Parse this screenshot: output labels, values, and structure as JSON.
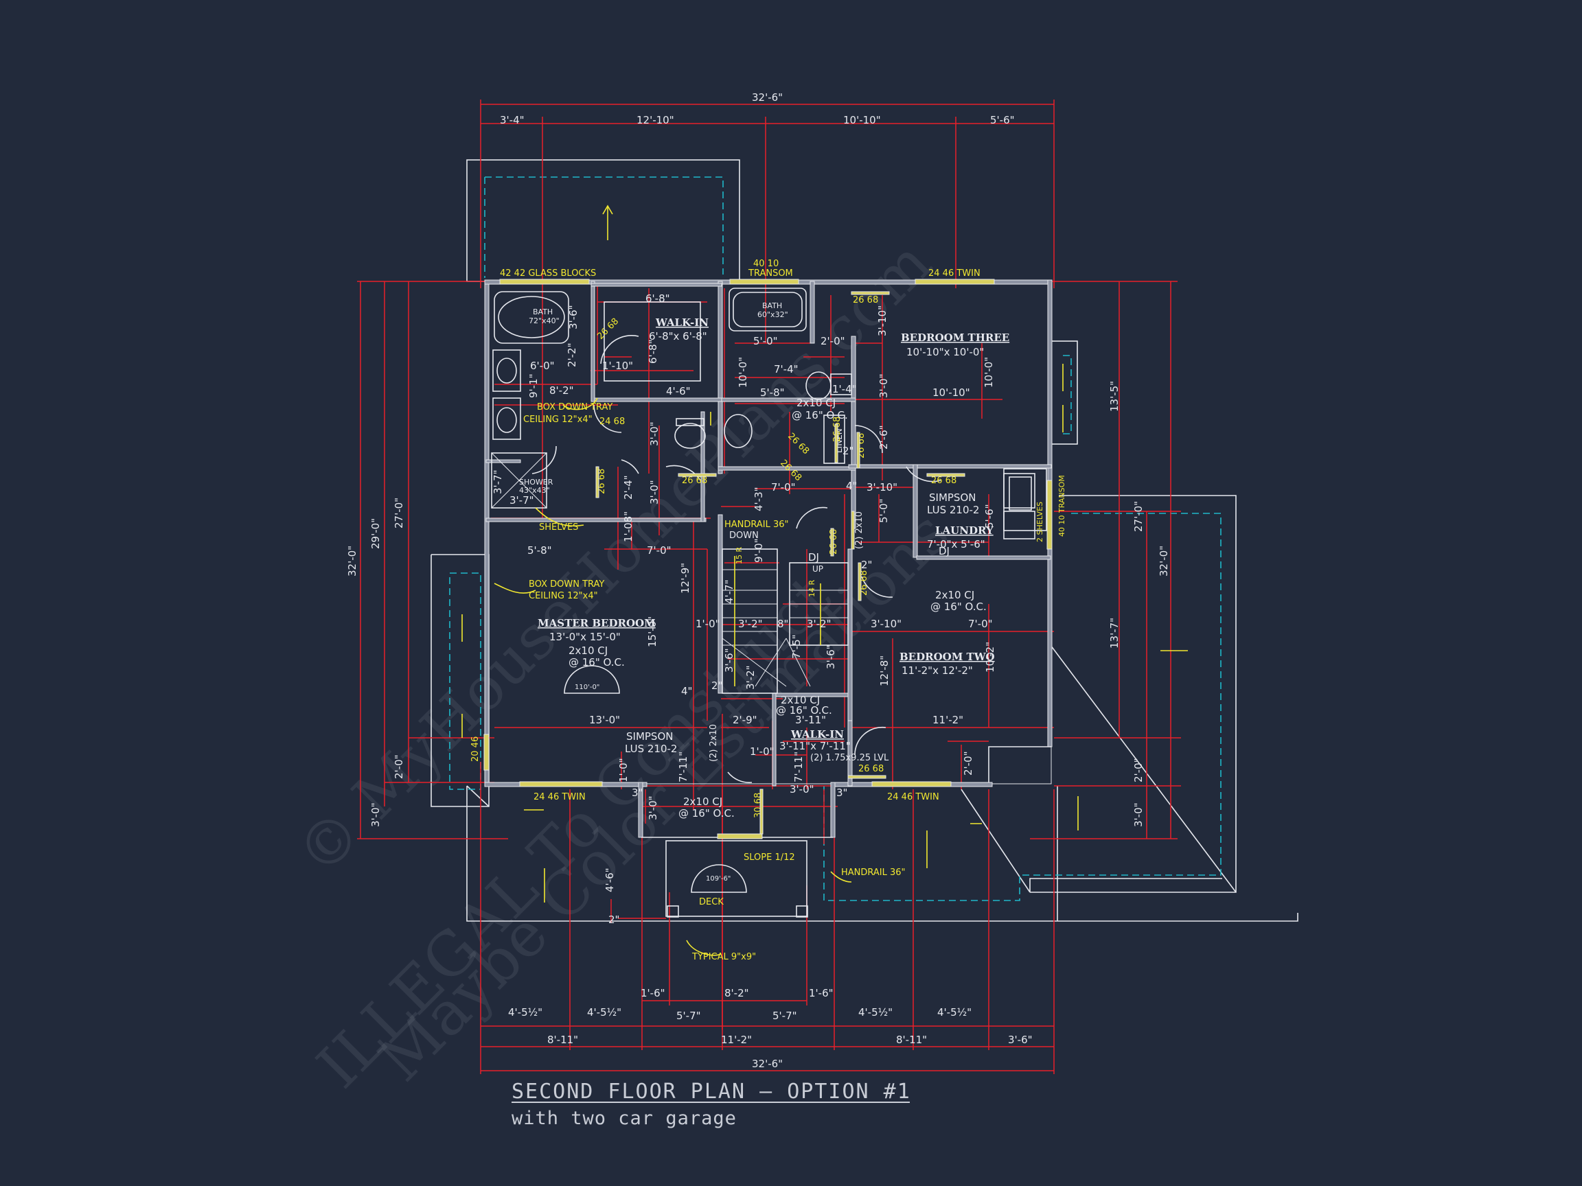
{
  "drawing": {
    "title": "SECOND FLOOR PLAN — OPTION #1",
    "subtitle": "with two car garage",
    "watermark_lines": [
      "© MyHouseHomePlans.com",
      "ILLEGAL To Construct",
      "Maybe Color Estimations"
    ]
  },
  "rooms": {
    "master": {
      "name": "MASTER BEDROOM",
      "size": "13'-0\"x 15'-0\"",
      "joist": "2x10 CJ",
      "spacing": "@ 16\" O.C."
    },
    "bed2": {
      "name": "BEDROOM TWO",
      "size": "11'-2\"x 12'-2\""
    },
    "bed3": {
      "name": "BEDROOM THREE",
      "size": "10'-10\"x 10'-0\""
    },
    "walkin1": {
      "name": "WALK-IN",
      "size": "6'-8\"x 6'-8\""
    },
    "walkin2": {
      "name": "WALK-IN",
      "size": "3'-11\"x 7'-11\""
    },
    "laundry": {
      "name": "LAUNDRY",
      "size": "7'-0\"x 5'-6\""
    },
    "deck": {
      "name": "DECK"
    }
  },
  "fixtures": {
    "bath1": "BATH",
    "bath1_size": "72\"x40\"",
    "bath2": "BATH",
    "bath2_size": "60\"x32\"",
    "shower": "SHOWER",
    "shower_size": "43\"x43\"",
    "linen": "LINEN",
    "shelves": "SHELVES",
    "shelves2": "2 SHELVES"
  },
  "notes": {
    "glass_blocks": "42 42 GLASS BLOCKS",
    "transom1": "40 10",
    "transom1b": "TRANSOM",
    "twin_top": "24 46 TWIN",
    "tray1a": "BOX DOWN TRAY",
    "tray1b": "CEILING 12\"x4\"",
    "tray2a": "BOX DOWN TRAY",
    "tray2b": "CEILING 12\"x4\"",
    "handrail_down_a": "HANDRAIL 36\"",
    "handrail_down_b": "DOWN",
    "handrail2": "HANDRAIL 36\"",
    "simpson1a": "SIMPSON",
    "simpson1b": "LUS 210-2",
    "simpson2a": "SIMPSON",
    "simpson2b": "LUS 210-2",
    "slope": "SLOPE 1/12",
    "typical": "TYPICAL 9\"x9\"",
    "twin_left": "24 46 TWIN",
    "twin_right": "24 46 TWIN",
    "door_20_46": "20 46",
    "transom_right": "40 10 TRANSOM",
    "cj1": "2x10 CJ",
    "cj1s": "@ 16\" O.C.",
    "cj2": "2x10 CJ",
    "cj2s": "@ 16\" O.C.",
    "cj3": "2x10 CJ",
    "cj3s": "@ 16\" O.C.",
    "cj4": "2x10 CJ",
    "cj4s": "@ 16\" O.C.",
    "lvl": "(2) 1.75x9.25 LVL",
    "beam1": "(2) 2x10",
    "beam2": "(2) 2x10",
    "dj1": "DJ",
    "dj2": "DJ",
    "up": "UP",
    "r15": "15 R",
    "r14": "14 R",
    "arch1": "110'-0\"",
    "arch2": "109'-6\""
  },
  "doors": [
    "26 68",
    "26 68",
    "26 68",
    "26 68",
    "26 68",
    "26 68",
    "26 68",
    "26 68",
    "26 68",
    "26 68",
    "26 68",
    "26 68",
    "30 68",
    "24 68"
  ],
  "dimensions": {
    "top_total": "32'-6\"",
    "top": [
      "3'-4\"",
      "12'-10\"",
      "10'-10\"",
      "5'-6\""
    ],
    "bottom_total": "32'-6\"",
    "bottom1": [
      "8'-11\"",
      "11'-2\"",
      "8'-11\"",
      "3'-6\""
    ],
    "bottom2": [
      "4'-5½\"",
      "4'-5½\"",
      "5'-7\"",
      "5'-7\"",
      "4'-5½\"",
      "4'-5½\""
    ],
    "bottom3": [
      "1'-6\"",
      "8'-2\"",
      "1'-6\""
    ],
    "left": [
      "32'-0\"",
      "29'-0\"",
      "27'-0\"",
      "2'-0\"",
      "3'-0\""
    ],
    "right": [
      "13'-5\"",
      "13'-7\"",
      "27'-0\"",
      "32'-0\"",
      "2'-0\"",
      "3'-0\""
    ],
    "interior": [
      "6'-8\"",
      "3'-6\"",
      "6'-0\"",
      "2'-2\"",
      "1'-10\"",
      "8'-2\"",
      "9'-1\"",
      "4'-6\"",
      "6'-8\"",
      "5'-0\"",
      "2'-0\"",
      "7'-4\"",
      "10'-0\"",
      "5'-8\"",
      "1'-4\"",
      "3'-10\"",
      "10'-10\"",
      "10'-0\"",
      "3'-0\"",
      "2'-6\"",
      "3'-0\"",
      "3'-0\"",
      "2'-4\"",
      "7'-0\"",
      "4'-3\"",
      "3'-10\"",
      "5'-0\"",
      "5'-6\"",
      "1'-08\"",
      "7'-0\"",
      "5'-8\"",
      "3'-7\"",
      "3'-7\"",
      "12'-9\"",
      "15'-0\"",
      "13'-0\"",
      "1'-0\"",
      "3'-2\"",
      "8\"",
      "3'-2\"",
      "3'-6\"",
      "7'-5\"",
      "3'-6\"",
      "3'-2\"",
      "4'-7\"",
      "9'-0\"",
      "3'-10\"",
      "7'-0\"",
      "12'-8\"",
      "10'-2\"",
      "11'-2\"",
      "2'-9\"",
      "3'-11\"",
      "1'-0\"",
      "7'-11\"",
      "7'-11\"",
      "3'-0\"",
      "2'-0\"",
      "1'-0\"",
      "3'-0\"",
      "4'-6\"",
      "4\"",
      "4\"",
      "2\"",
      "2\"",
      "2\"",
      "2\"",
      "3\"",
      "3\""
    ]
  }
}
